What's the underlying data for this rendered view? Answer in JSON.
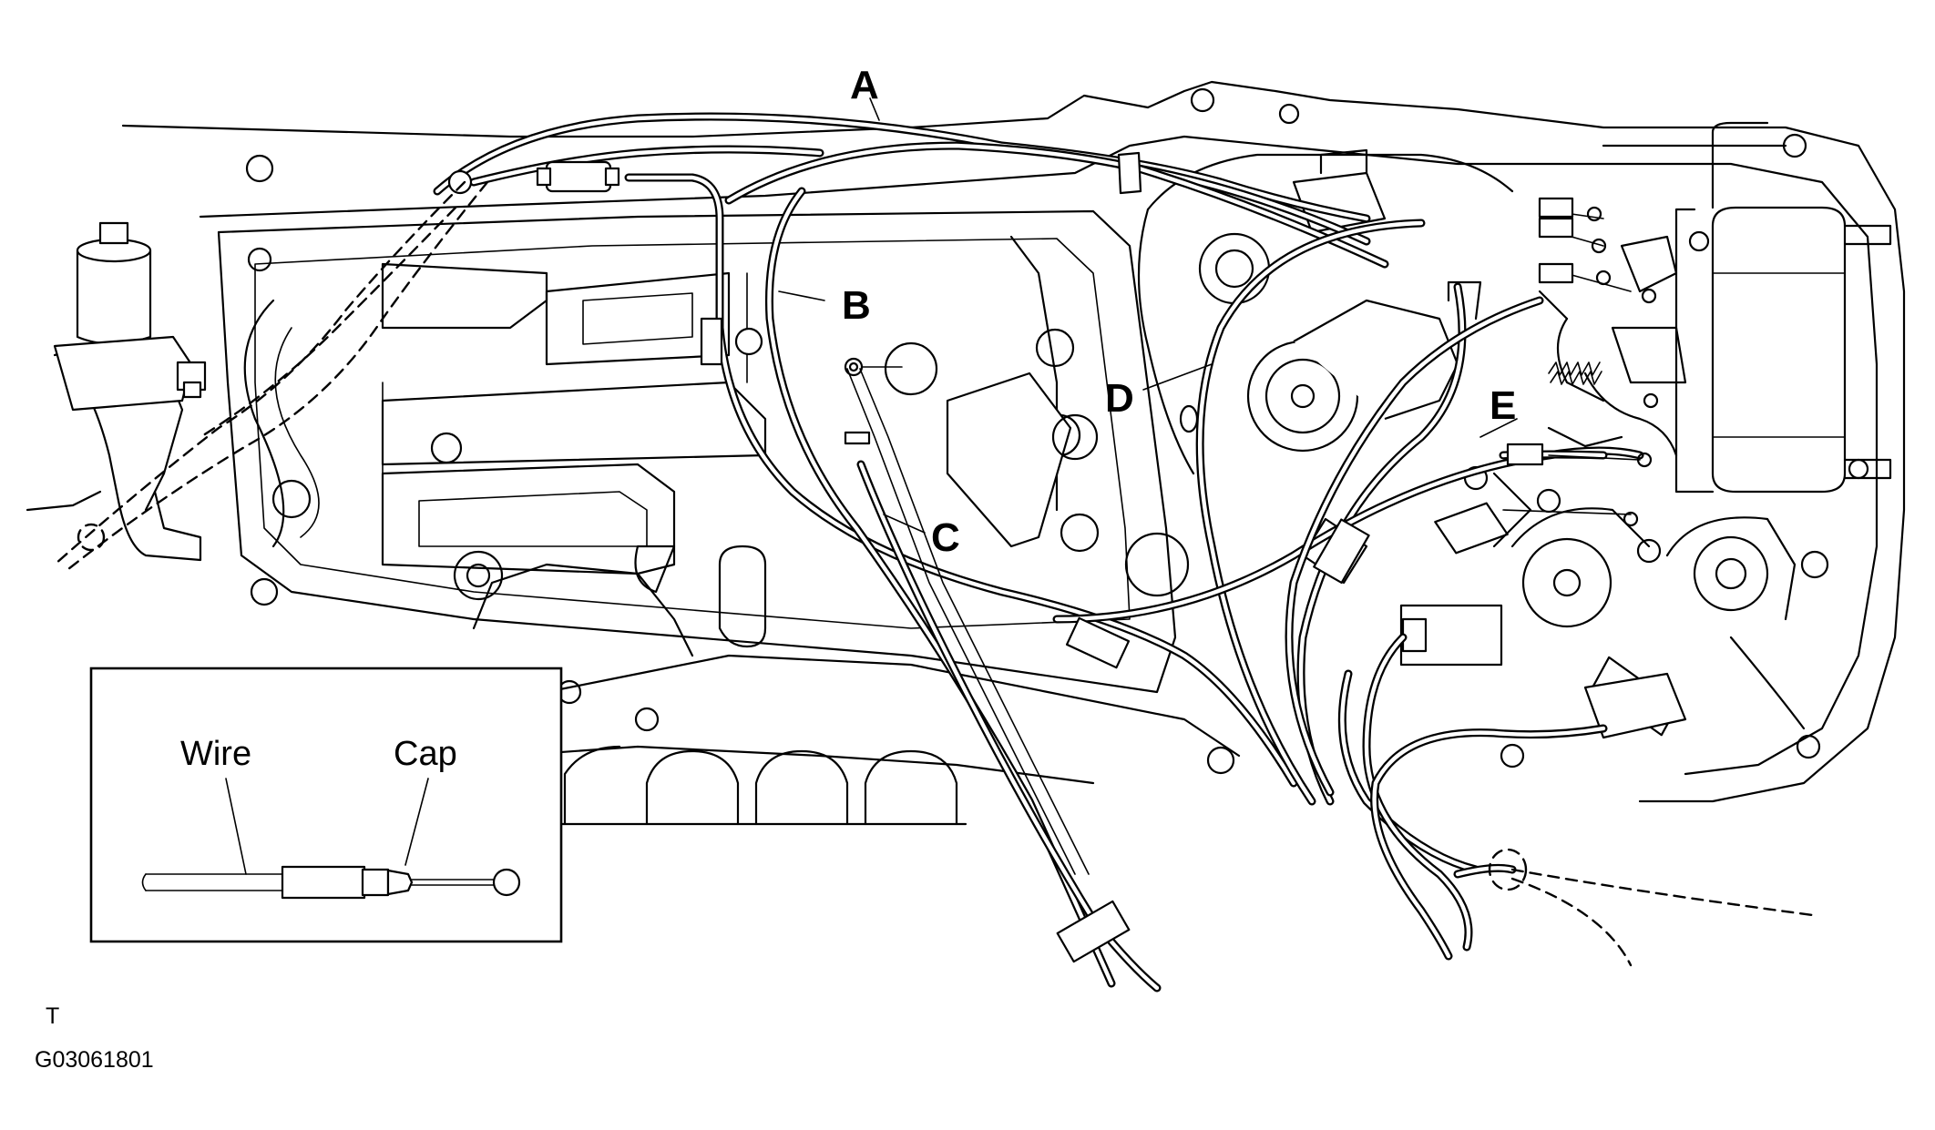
{
  "callouts": {
    "a": "A",
    "b": "B",
    "c": "C",
    "d": "D",
    "e": "E"
  },
  "inset": {
    "wire_label": "Wire",
    "cap_label": "Cap"
  },
  "footer": {
    "orientation_mark": "T",
    "figure_id": "G03061801"
  }
}
